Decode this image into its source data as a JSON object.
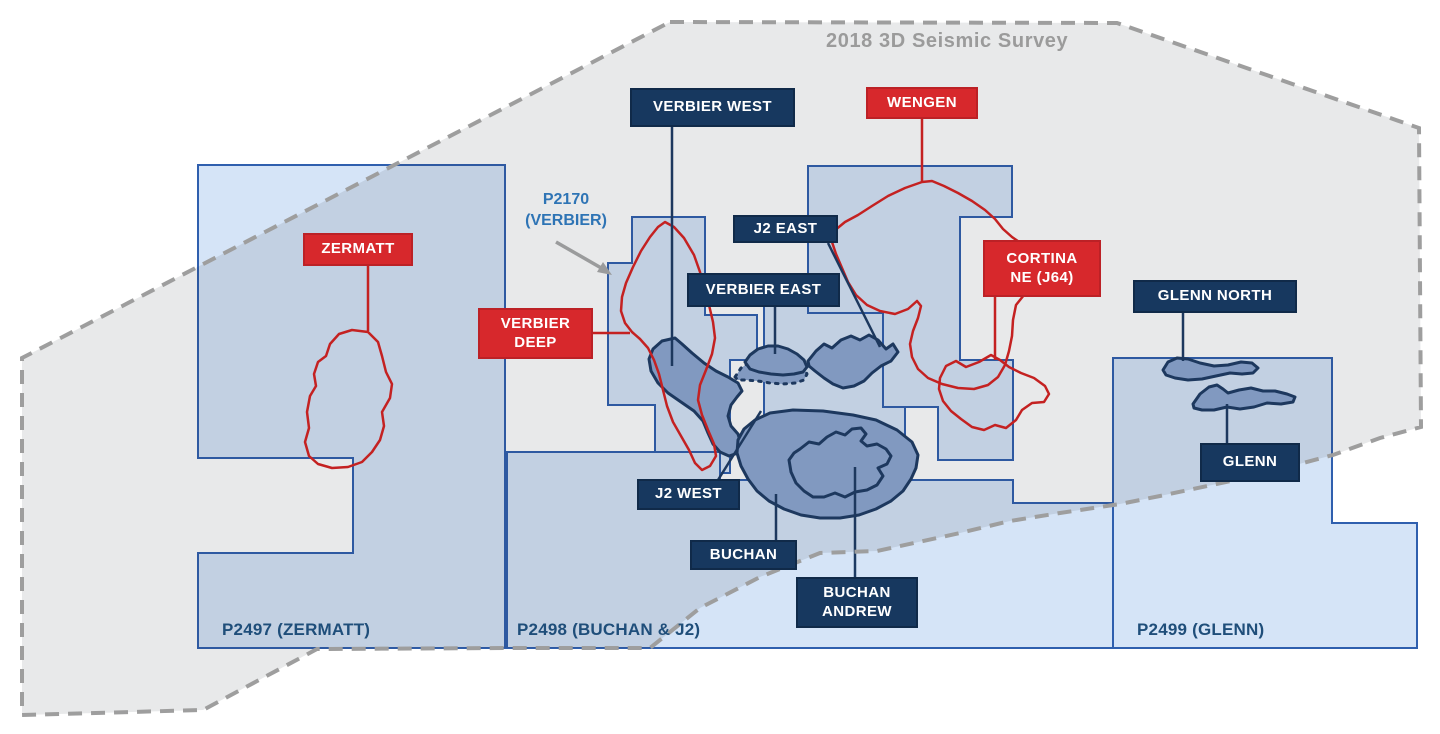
{
  "title": "2018  3D Seismic Survey",
  "license_labels": {
    "p2170_line1": "P2170",
    "p2170_line2": "(VERBIER)",
    "p2497": "P2497 (ZERMATT)",
    "p2498": "P2498 (BUCHAN & J2)",
    "p2499": "P2499 (GLENN)"
  },
  "field_labels": {
    "zermatt": "ZERMATT",
    "verbier_deep_line1": "VERBIER",
    "verbier_deep_line2": "DEEP",
    "verbier_west": "VERBIER WEST",
    "verbier_east": "VERBIER EAST",
    "j2_east": "J2 EAST",
    "j2_west": "J2 WEST",
    "wengen": "WENGEN",
    "cortina_line1": "CORTINA",
    "cortina_line2": "NE (J64)",
    "buchan": "BUCHAN",
    "buchan_andrew_line1": "BUCHAN",
    "buchan_andrew_line2": "ANDREW",
    "glenn_north": "GLENN NORTH",
    "glenn": "GLENN"
  },
  "colors": {
    "label_red": "#d7282c",
    "label_navy": "#17385f",
    "field_fill": "#8ca6d0",
    "field_outline": "#1c3a63",
    "block_fill": "#d5e4f7",
    "block_border": "#2f5fae",
    "survey_fill": "#e5e5e5",
    "survey_dash": "#9e9e9e",
    "red_outline": "#d7201f",
    "license_text": "#1f4e7a",
    "p2170_text": "#2e74b5",
    "title_gray": "#9b9b9b"
  }
}
